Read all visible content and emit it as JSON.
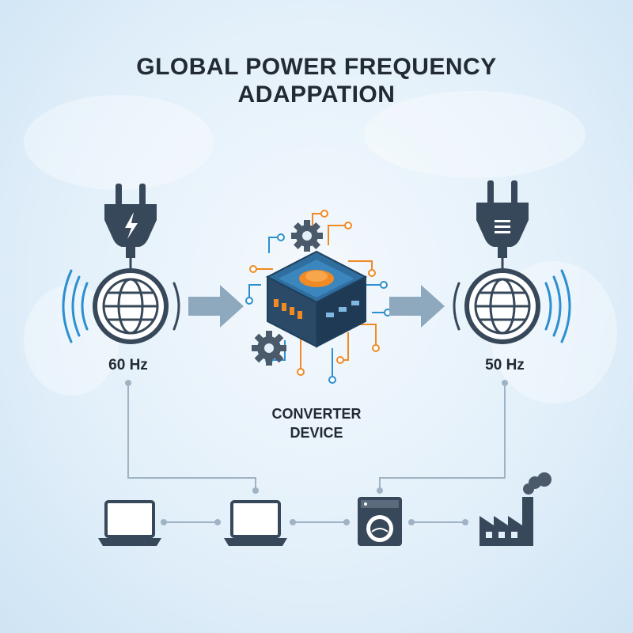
{
  "title": {
    "line1": "GLOBAL POWER FREQUENCY",
    "line2": "ADAPPATION"
  },
  "source": {
    "frequency": "60 Hz",
    "plug_icon": "plug-lightning-icon",
    "globe_icon": "globe-icon"
  },
  "target": {
    "frequency": "50 Hz",
    "plug_icon": "plug-icon",
    "globe_icon": "globe-icon"
  },
  "converter": {
    "line1": "CONVERTER",
    "line2": "DEVICE",
    "icon": "converter-chip-icon"
  },
  "devices": [
    "laptop-icon",
    "laptop-icon",
    "washing-machine-icon",
    "factory-icon"
  ],
  "colors": {
    "dark": "#37485a",
    "arrow": "#8ea8bd",
    "accent_orange": "#f08a24",
    "accent_blue": "#2c8fd0",
    "line": "#9fb3c4"
  }
}
